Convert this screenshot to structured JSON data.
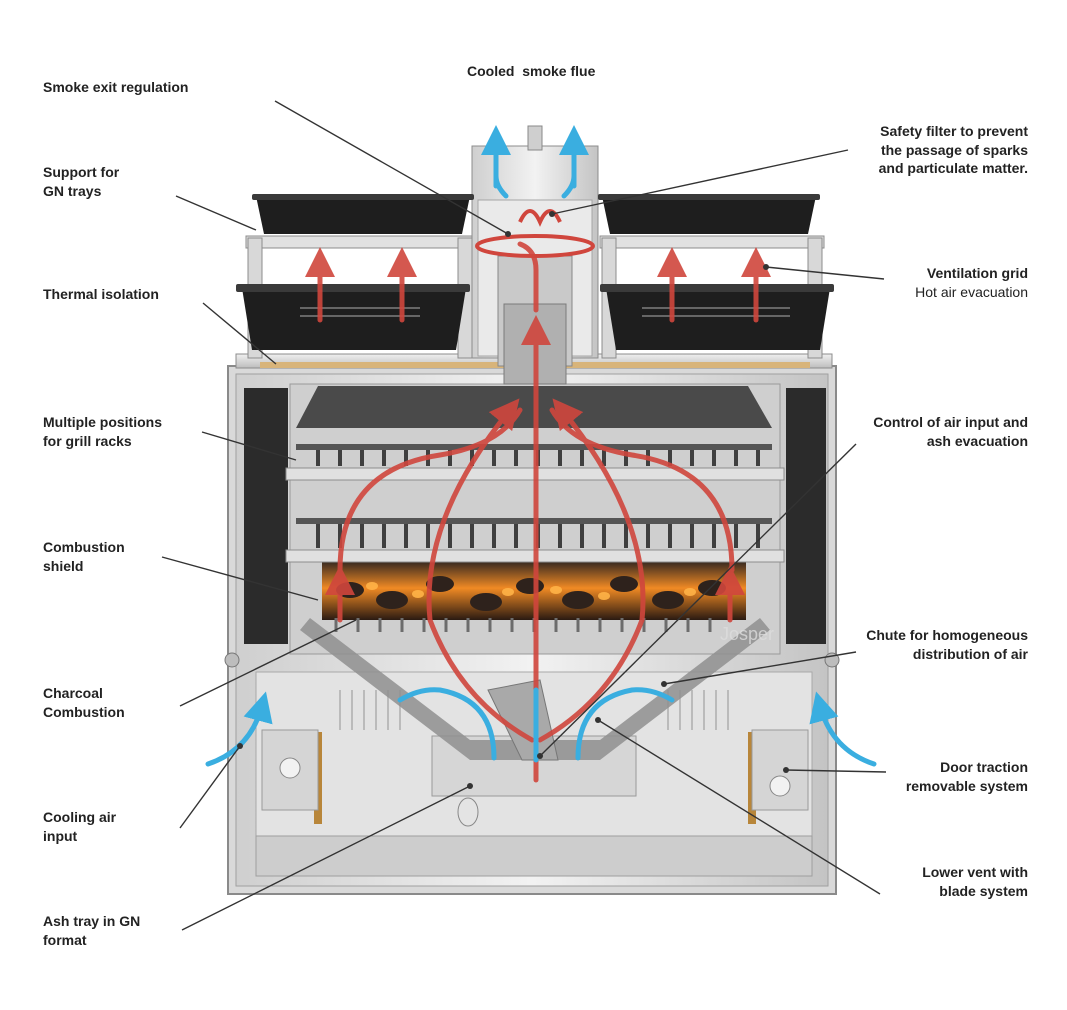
{
  "labels": {
    "smoke_exit": [
      "Smoke exit regulation"
    ],
    "cooled_flue": [
      "Cooled  smoke flue"
    ],
    "safety_filter": [
      "Safety filter to prevent",
      "the passage of sparks",
      "and particulate matter."
    ],
    "support_gn": [
      "Support for",
      "GN trays"
    ],
    "ventilation_grid": [
      "Ventilation grid"
    ],
    "ventilation_grid_sub": "Hot air evacuation",
    "thermal_isolation": [
      "Thermal isolation"
    ],
    "multiple_positions": [
      "Multiple positions",
      "for grill racks"
    ],
    "control_air": [
      "Control of air input and",
      "ash evacuation"
    ],
    "combustion_shield": [
      "Combustion",
      "shield"
    ],
    "chute": [
      "Chute for homogeneous",
      "distribution of air"
    ],
    "charcoal": [
      "Charcoal",
      "Combustion"
    ],
    "door_traction": [
      "Door traction",
      "removable system"
    ],
    "cooling_air": [
      "Cooling air",
      "input"
    ],
    "lower_vent": [
      "Lower vent with",
      "blade system"
    ],
    "ash_tray": [
      "Ash tray in GN",
      "format"
    ]
  },
  "brand_mark": "Josper",
  "colors": {
    "hot_air": "#d0463d",
    "cool_air": "#3aaee0",
    "steel_light": "#e6e6e6",
    "steel_mid": "#b5b5b5",
    "steel_dark": "#4a4a4a",
    "tray_black": "#1e1e1e",
    "ember_orange": "#f08a24",
    "leader_line": "#333333"
  }
}
